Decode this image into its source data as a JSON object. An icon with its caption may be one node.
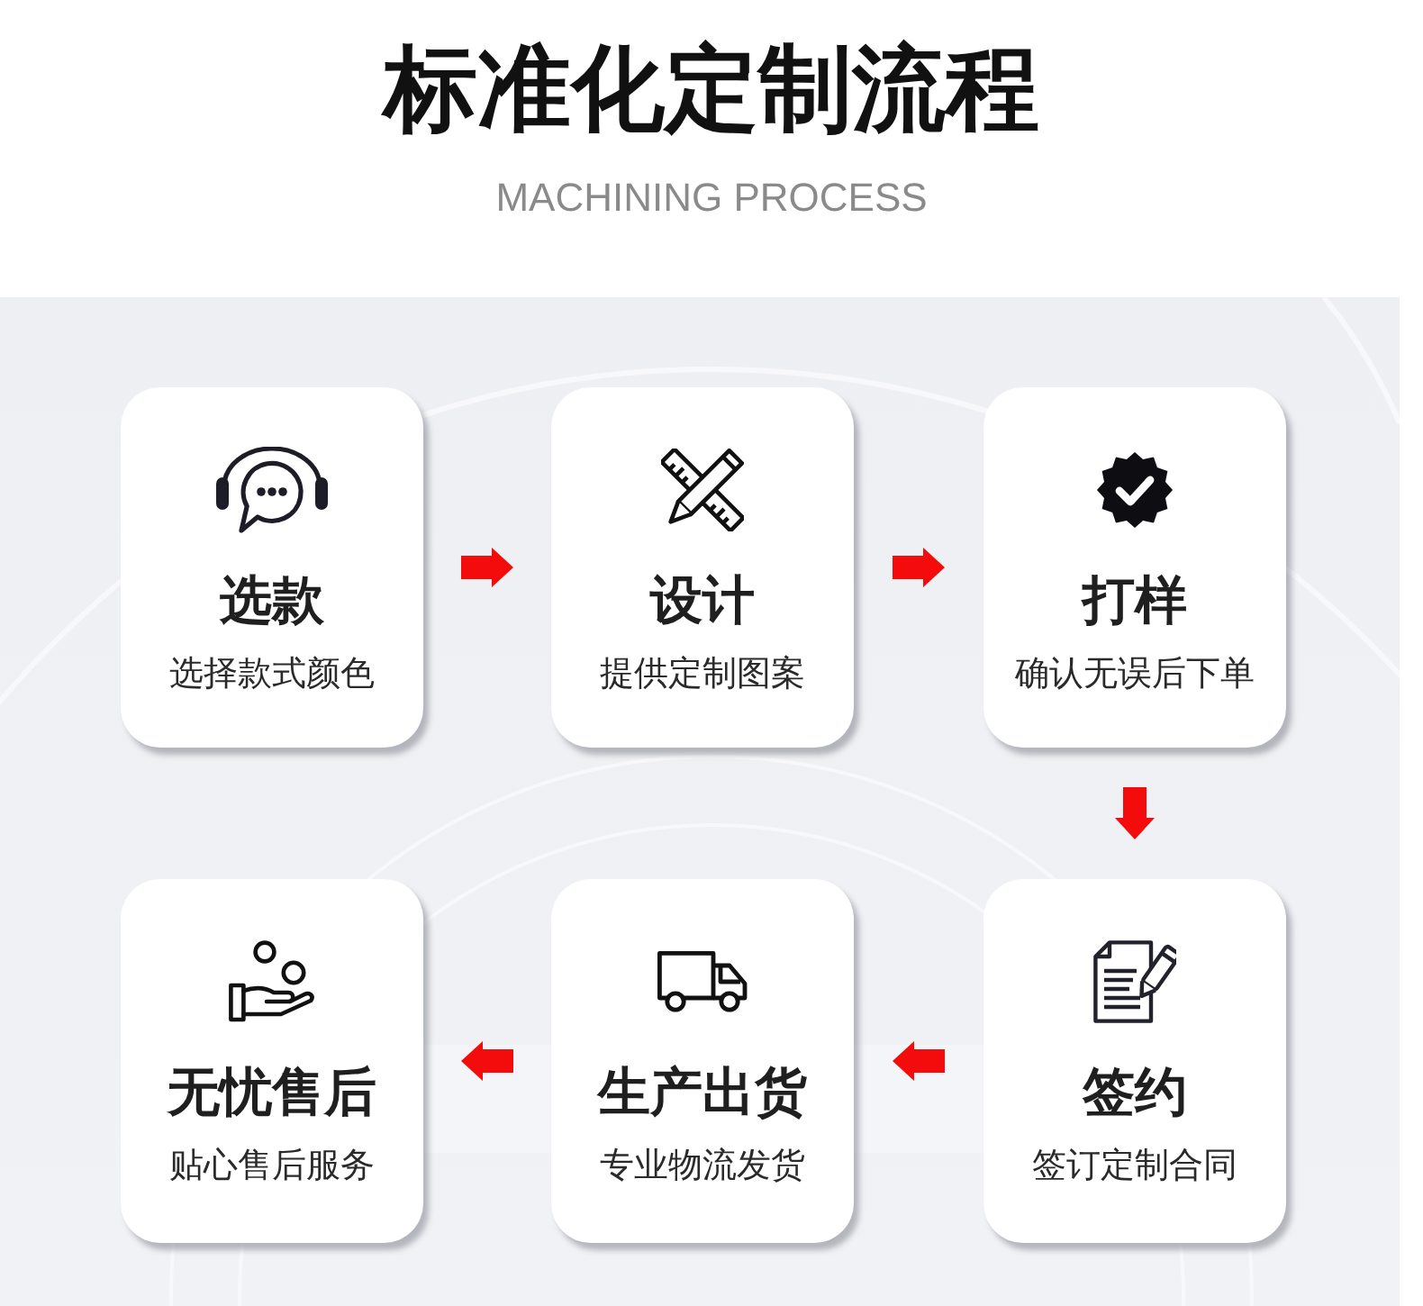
{
  "diagram": {
    "title": "标准化定制流程",
    "nodes": [
      {
        "text": [
          "选款",
          "选择款式颜色"
        ]
      },
      {
        "text": [
          "设计",
          "提供定制图案"
        ]
      },
      {
        "text": [
          "打样",
          "确认无误后下单"
        ]
      },
      {
        "text": [
          "无忧售后",
          "贴心售后服务"
        ]
      },
      {
        "text": [
          "生产出货",
          "专业物流发货"
        ]
      },
      {
        "text": [
          "签约",
          "签订定制合同"
        ]
      }
    ],
    "edges": [
      {
        "from": 0,
        "to": 1,
        "arrow": "to"
      },
      {
        "from": 1,
        "to": 2,
        "arrow": "to"
      },
      {
        "from": 2,
        "to": 5,
        "arrow": "to"
      },
      {
        "from": 5,
        "to": 4,
        "arrow": "to"
      },
      {
        "from": 4,
        "to": 3,
        "arrow": "to"
      }
    ],
    "labels": [
      "MACHINING PROCESS"
    ]
  }
}
